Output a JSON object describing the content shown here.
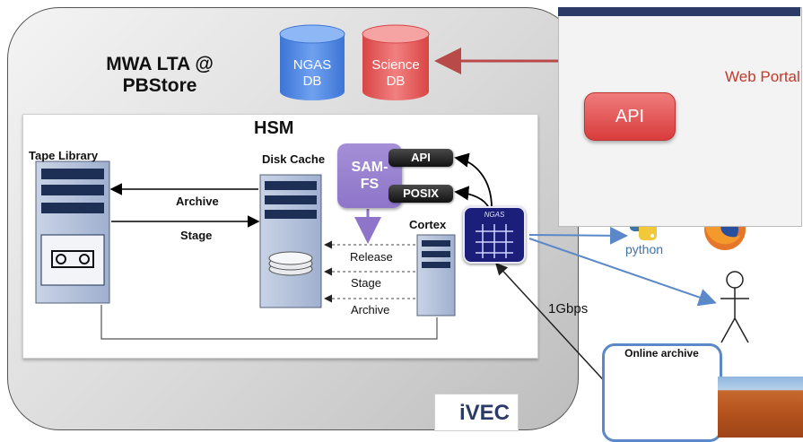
{
  "title_line1": "MWA LTA @",
  "title_line2": "PBStore",
  "hsm": {
    "title": "HSM",
    "tape_library": "Tape Library",
    "disk_cache": "Disk Cache",
    "archive": "Archive",
    "stage": "Stage",
    "cortex": "Cortex",
    "release": "Release",
    "stage2": "Stage",
    "archive2": "Archive"
  },
  "samfs_line1": "SAM-",
  "samfs_line2": "FS",
  "api_pill": "API",
  "posix_pill": "POSIX",
  "ngas_label": "NGAS",
  "db_ngas_line1": "NGAS",
  "db_ngas_line2": "DB",
  "db_science_line1": "Science",
  "db_science_line2": "DB",
  "web_portal": "Web Portal",
  "api_box": "API",
  "python_label": "python",
  "link_speed": "1Gbps",
  "online_archive": "Online archive",
  "ivec_logo": "iVEC",
  "colors": {
    "ngas_db": "#4a86e8",
    "science_db": "#e35d5d",
    "samfs": "#9b84d3",
    "red_arrow": "#b94a4a",
    "blue_arrow": "#5b88c8",
    "ngas_icon": "#1b1f7a"
  }
}
